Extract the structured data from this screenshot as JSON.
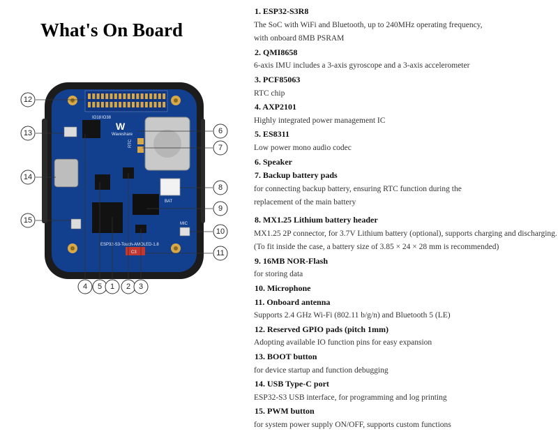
{
  "title": "What's On Board",
  "items": [
    {
      "head": "1. ESP32-S3R8",
      "desc": [
        "The SoC with WiFi and Bluetooth, up to 240MHz operating frequency,",
        "with onboard 8MB PSRAM"
      ]
    },
    {
      "head": "2. QMI8658",
      "desc": [
        "6-axis IMU includes a 3-axis gyroscope and a 3-axis accelerometer"
      ]
    },
    {
      "head": "3. PCF85063",
      "desc": [
        "RTC chip"
      ]
    },
    {
      "head": "4. AXP2101",
      "desc": [
        "Highly integrated power management IC"
      ]
    },
    {
      "head": "5. ES8311",
      "desc": [
        "Low power mono audio codec"
      ]
    },
    {
      "head": "6. Speaker",
      "desc": []
    },
    {
      "head": "7. Backup battery pads",
      "desc": [
        "for connecting backup battery, ensuring RTC function during the",
        " replacement of the main battery"
      ]
    },
    {
      "head": "8. MX1.25 Lithium battery header",
      "desc": [
        " MX1.25 2P connector, for 3.7V Lithium battery (optional), supports charging and discharging.",
        " (To fit inside the case, a battery size of 3.85 × 24 × 28 mm is recommended)"
      ]
    },
    {
      "head": "9. 16MB NOR-Flash",
      "desc": [
        "for storing data"
      ]
    },
    {
      "head": "10. Microphone",
      "desc": []
    },
    {
      "head": "11. Onboard antenna",
      "desc": [
        "Supports 2.4 GHz Wi-Fi (802.11 b/g/n) and Bluetooth 5 (LE)"
      ]
    },
    {
      "head": "12. Reserved GPIO pads (pitch 1mm)",
      "desc": [
        "Adopting available IO function pins for easy expansion"
      ]
    },
    {
      "head": "13. BOOT button",
      "desc": [
        "for device startup and function debugging"
      ]
    },
    {
      "head": "14. USB Type-C port",
      "desc": [
        "ESP32-S3 USB interface, for programming and log printing"
      ]
    },
    {
      "head": "15. PWM button",
      "desc": [
        "for system power supply ON/OFF, supports custom functions"
      ]
    }
  ],
  "callouts": {
    "left": [
      "12",
      "13",
      "14",
      "15"
    ],
    "right": [
      "6",
      "7",
      "8",
      "9",
      "10",
      "11"
    ],
    "bottom": [
      "4",
      "5",
      "1",
      "2",
      "3"
    ]
  },
  "board_labels": {
    "brand": "Waveshare",
    "model": "ESP32-S3-Touch-AMOLED-1.8",
    "rtc": "RTC",
    "bat": "BAT",
    "mic": "MIC",
    "io_a": "IO18",
    "io_b": "IO38",
    "ic_c3": "C3"
  },
  "colors": {
    "pcb": "#123f8e",
    "case": "#1c1c1c",
    "gold": "#d8a848",
    "speaker": "#c9c9c9"
  }
}
